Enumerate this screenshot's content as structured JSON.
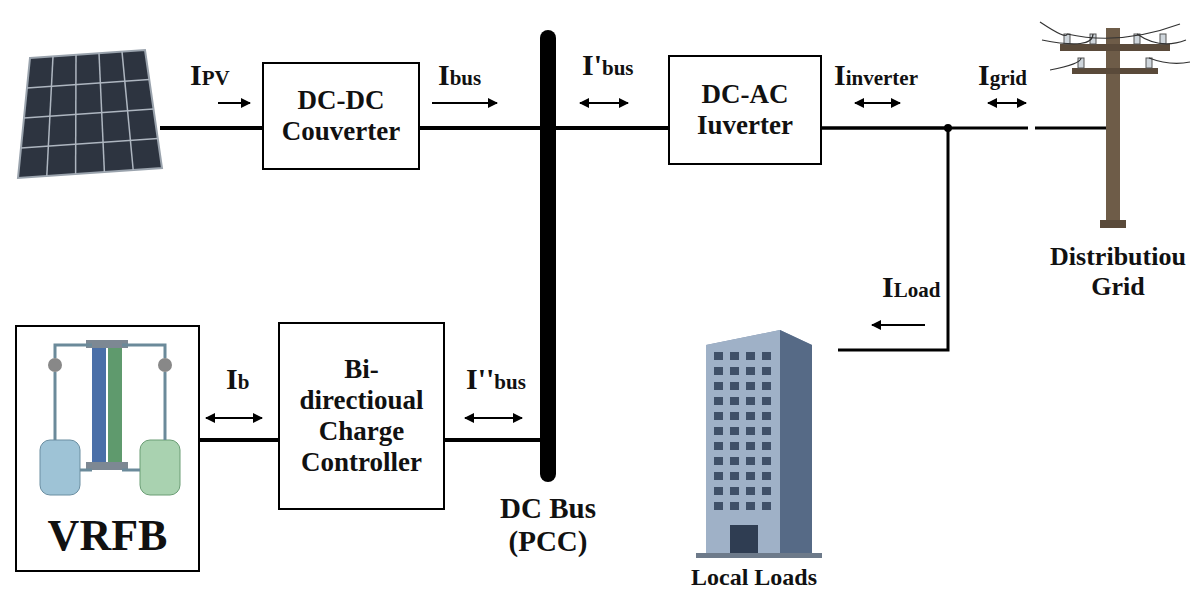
{
  "diagram": {
    "nodes": [
      {
        "text": [
          "DC-DC Couverter"
        ]
      },
      {
        "text": [
          "DC-AC Iuverter"
        ]
      },
      {
        "text": [
          "Distributiou Grid"
        ]
      },
      {
        "text": [
          "VRFB"
        ]
      },
      {
        "text": [
          "Bi- directioual Charge Controller"
        ]
      },
      {
        "text": [
          "DC Bus (PCC)"
        ]
      },
      {
        "text": [
          "Local Loads"
        ]
      }
    ],
    "edges": [
      {
        "from": 0,
        "to": 5,
        "arrow": "to",
        "label": "Ibus"
      },
      {
        "from": 5,
        "to": 1,
        "arrow": "both",
        "label": "I'bus"
      },
      {
        "from": 4,
        "to": 5,
        "arrow": "both",
        "label": "I''bus"
      },
      {
        "from": 3,
        "to": 4,
        "arrow": "both",
        "label": "Ib"
      },
      {
        "from": 1,
        "to": 2,
        "arrow": "both",
        "label": "Iinverter"
      },
      {
        "from": 1,
        "to": 6,
        "arrow": "to",
        "label": "ILoad"
      }
    ],
    "labels": [
      "IPV",
      "Igrid"
    ]
  }
}
